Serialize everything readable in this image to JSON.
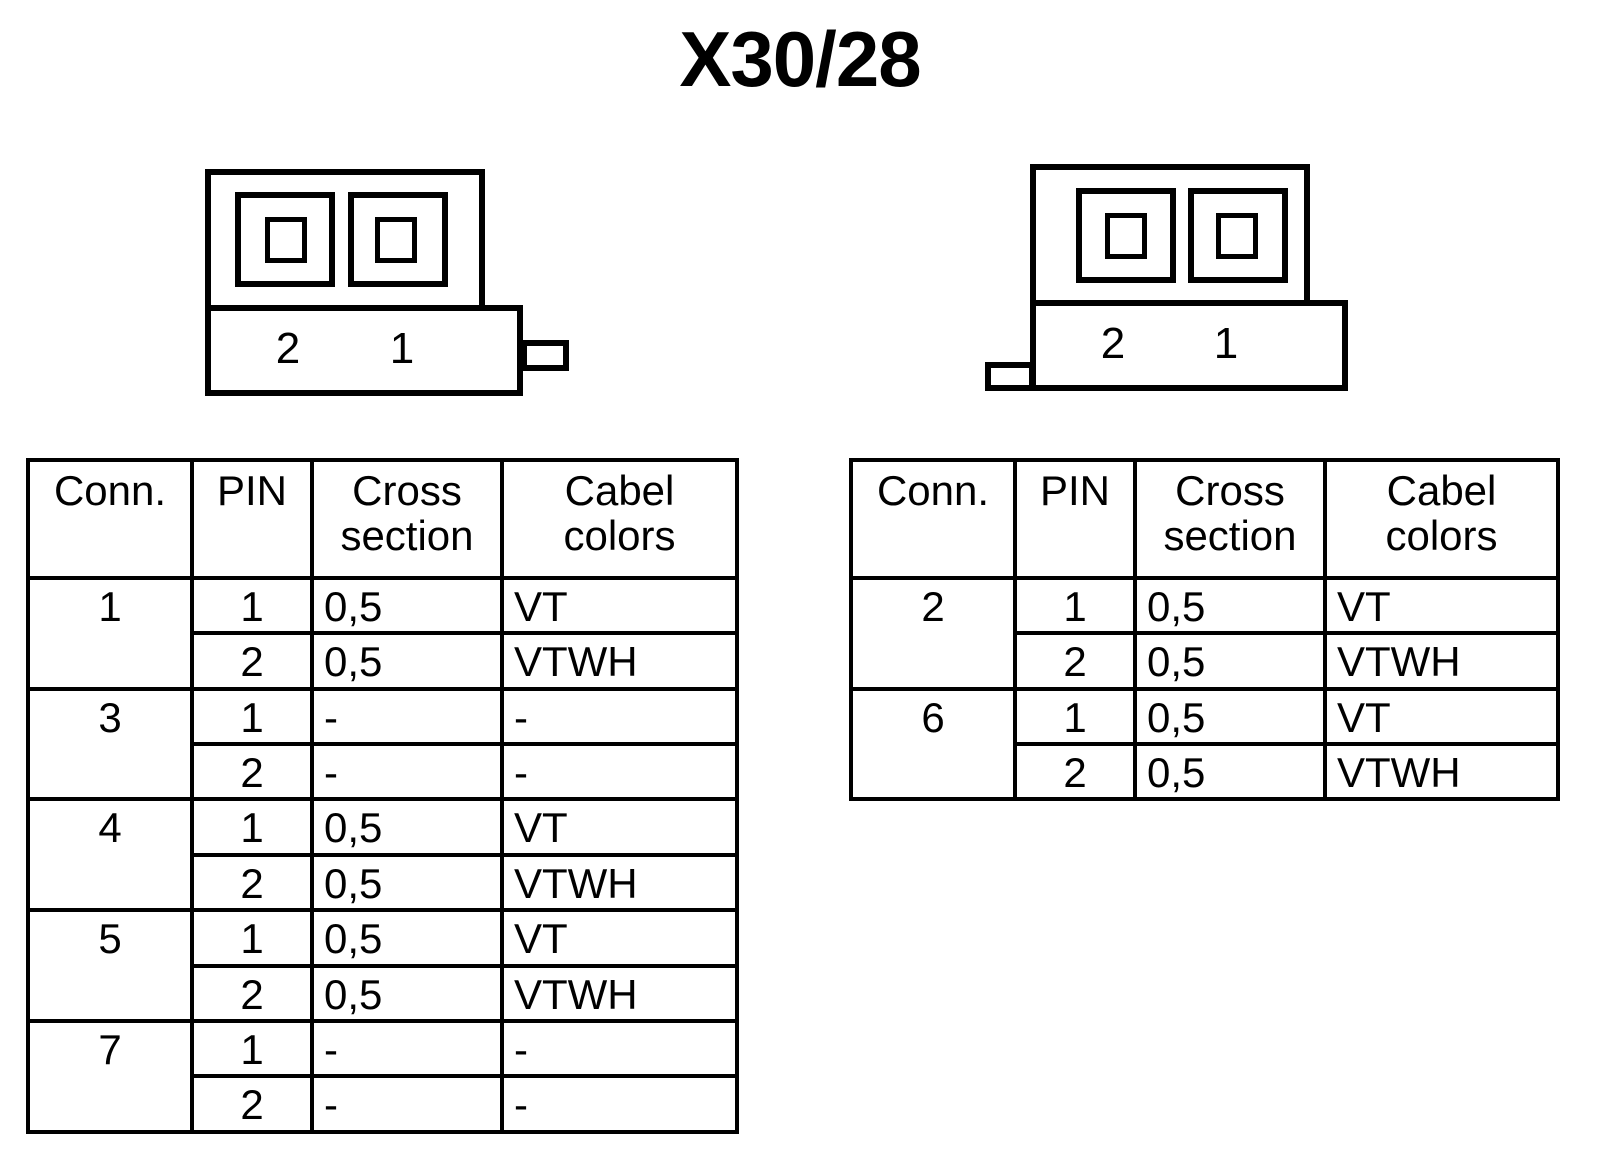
{
  "title": "X30/28",
  "connectors": [
    {
      "name": "connector-left",
      "pin_labels": [
        "2",
        "1"
      ],
      "tab_side": "right"
    },
    {
      "name": "connector-right",
      "pin_labels": [
        "2",
        "1"
      ],
      "tab_side": "left"
    }
  ],
  "tables": [
    {
      "name": "pin-table-left",
      "headers": {
        "conn": "Conn.",
        "pin": "PIN",
        "cross_section_line1": "Cross",
        "cross_section_line2": "section",
        "cabel_colors_line1": "Cabel",
        "cabel_colors_line2": "colors"
      },
      "groups": [
        {
          "conn": "1",
          "rows": [
            {
              "pin": "1",
              "cross_section": "0,5",
              "cabel_color": "VT"
            },
            {
              "pin": "2",
              "cross_section": "0,5",
              "cabel_color": "VTWH"
            }
          ]
        },
        {
          "conn": "3",
          "rows": [
            {
              "pin": "1",
              "cross_section": "-",
              "cabel_color": "-"
            },
            {
              "pin": "2",
              "cross_section": "-",
              "cabel_color": "-"
            }
          ]
        },
        {
          "conn": "4",
          "rows": [
            {
              "pin": "1",
              "cross_section": "0,5",
              "cabel_color": "VT"
            },
            {
              "pin": "2",
              "cross_section": "0,5",
              "cabel_color": "VTWH"
            }
          ]
        },
        {
          "conn": "5",
          "rows": [
            {
              "pin": "1",
              "cross_section": "0,5",
              "cabel_color": "VT"
            },
            {
              "pin": "2",
              "cross_section": "0,5",
              "cabel_color": "VTWH"
            }
          ]
        },
        {
          "conn": "7",
          "rows": [
            {
              "pin": "1",
              "cross_section": "-",
              "cabel_color": "-"
            },
            {
              "pin": "2",
              "cross_section": "-",
              "cabel_color": "-"
            }
          ]
        }
      ]
    },
    {
      "name": "pin-table-right",
      "headers": {
        "conn": "Conn.",
        "pin": "PIN",
        "cross_section_line1": "Cross",
        "cross_section_line2": "section",
        "cabel_colors_line1": "Cabel",
        "cabel_colors_line2": "colors"
      },
      "groups": [
        {
          "conn": "2",
          "rows": [
            {
              "pin": "1",
              "cross_section": "0,5",
              "cabel_color": "VT"
            },
            {
              "pin": "2",
              "cross_section": "0,5",
              "cabel_color": "VTWH"
            }
          ]
        },
        {
          "conn": "6",
          "rows": [
            {
              "pin": "1",
              "cross_section": "0,5",
              "cabel_color": "VT"
            },
            {
              "pin": "2",
              "cross_section": "0,5",
              "cabel_color": "VTWH"
            }
          ]
        }
      ]
    }
  ],
  "colors": {
    "line": "#000000",
    "background": "#ffffff"
  }
}
